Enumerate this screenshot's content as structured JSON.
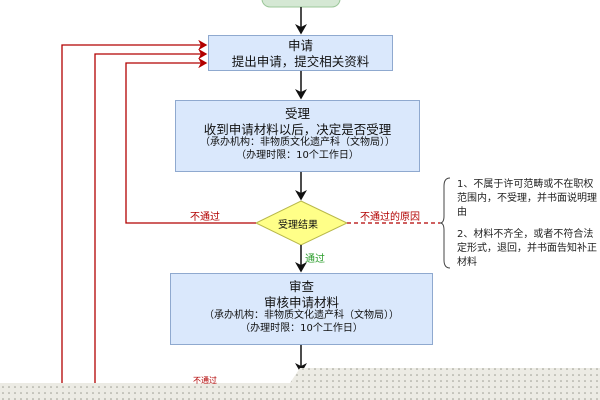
{
  "step_apply": {
    "title": "申请",
    "desc": "提出申请，提交相关资料"
  },
  "step_accept": {
    "title": "受理",
    "desc": "收到申请材料以后，决定是否受理",
    "agency": "（承办机构：非物质文化遗产科（文物局））",
    "limit": "（办理时限：10个工作日）"
  },
  "decision_accept": {
    "label": "受理结果",
    "fail_label": "不通过",
    "reason_label": "不通过的原因",
    "pass_label": "通过"
  },
  "reasons": [
    "1、不属于许可范畴或不在职权范围内，不受理，并书面说明理由",
    "2、材料不齐全，或者不符合法定形式，退回，并书面告知补正材料"
  ],
  "step_review": {
    "title": "审查",
    "desc": "审核申请材料",
    "agency": "（承办机构：非物质文化遗产科（文物局））",
    "limit": "（办理时限：10个工作日）"
  },
  "bottom_fail_label": "不通过",
  "colors": {
    "box_fill": "#dae8fc",
    "start_fill": "#d5e8d4",
    "decision_fill": "#ffff88",
    "fail": "#b20000",
    "pass": "#2a9d2a"
  }
}
